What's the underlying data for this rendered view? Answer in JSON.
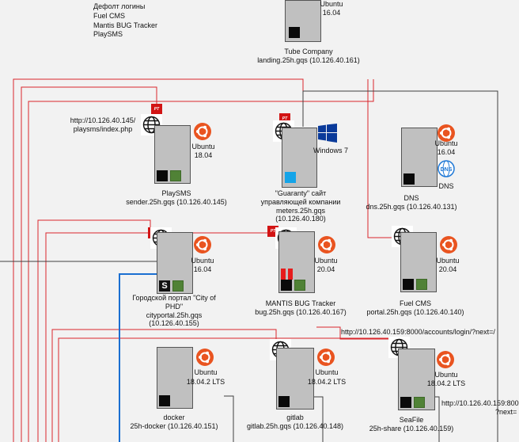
{
  "notes": {
    "lines": [
      "Дефолт логины",
      "Fuel CMS",
      "Mantis BUG Tracker",
      "PlaySMS"
    ]
  },
  "nodes": [
    {
      "id": "tube",
      "name": "Tube Company",
      "host": "landing.25h.gqs (10.126.40.161)",
      "os": "Ubuntu",
      "os_version": "16.04",
      "icon": "ubuntu-icon",
      "badges": [
        "terminal"
      ]
    },
    {
      "id": "playsms",
      "name": "PlaySMS",
      "host": "sender.25h.gqs (10.126.40.145)",
      "os": "Ubuntu",
      "os_version": "18.04",
      "icon": "ubuntu-icon",
      "web": true,
      "pt": true,
      "url_lines": [
        "http://10.126.40.145/",
        "playsms/index.php"
      ],
      "badges": [
        "terminal",
        "php"
      ]
    },
    {
      "id": "guaranty",
      "name_lines": [
        "\"Guaranty\" сайт",
        "управляющей компании",
        "meters.25h.gqs",
        "(10.126.40.180)"
      ],
      "os": "Windows 7",
      "icon": "windows-icon",
      "web": true,
      "pt": true,
      "badges": [
        "iis"
      ]
    },
    {
      "id": "dns",
      "name": "DNS",
      "host": "dns.25h.gqs (10.126.40.131)",
      "os": "Ubuntu",
      "os_version": "16.04",
      "icon": "ubuntu-icon",
      "service": "DNS",
      "badges": [
        "terminal"
      ]
    },
    {
      "id": "cityportal",
      "name_lines": [
        "Городской портал \"City of",
        "PHD\"",
        "cityportal.25h.gqs",
        "(10.126.40.155)"
      ],
      "os": "Ubuntu",
      "os_version": "16.04",
      "icon": "ubuntu-icon",
      "web": true,
      "pt": true,
      "badges": [
        "script",
        "php"
      ]
    },
    {
      "id": "mantis",
      "name": "MANTIS BUG Tracker",
      "host": "bug.25h.gqs (10.126.40.167)",
      "os": "Ubuntu",
      "os_version": "20.04",
      "icon": "ubuntu-icon",
      "web": true,
      "pt": true,
      "badges": [
        "red-bars",
        "terminal",
        "php"
      ]
    },
    {
      "id": "fuel",
      "name": "Fuel CMS",
      "host": "portal.25h.gqs (10.126.40.140)",
      "os": "Ubuntu",
      "os_version": "20.04",
      "icon": "ubuntu-icon",
      "web": true,
      "pt": true,
      "badges": [
        "terminal",
        "php"
      ]
    },
    {
      "id": "docker",
      "name": "docker",
      "host": "25h-docker (10.126.40.151)",
      "os": "Ubuntu",
      "os_version": "18.04.2 LTS",
      "icon": "ubuntu-icon",
      "badges": [
        "terminal"
      ]
    },
    {
      "id": "gitlab",
      "name": "gitlab",
      "host": "gitlab.25h.gqs (10.126.40.148)",
      "os": "Ubuntu",
      "os_version": "18.04.2 LTS",
      "icon": "ubuntu-icon",
      "web": true,
      "pt": true,
      "badges": [
        "terminal"
      ]
    },
    {
      "id": "seafile",
      "name": "SeaFile",
      "host": "25h-share (10.126.40.159)",
      "os": "Ubuntu",
      "os_version": "18.04.2 LTS",
      "icon": "ubuntu-icon",
      "web": true,
      "pt": true,
      "badges": [
        "terminal",
        "php"
      ]
    }
  ],
  "urls": {
    "seafile_login": "http://10.126.40.159:8000/accounts/login/?next=/",
    "seafile_login_cut_1": "http://10.126.40.159:800",
    "seafile_login_cut_2": "?next="
  },
  "labels": {
    "pt": "PT"
  },
  "colors": {
    "background": "#f2f2f2",
    "server": "#c0c0c0",
    "attack_link": "#d9262c",
    "net_link": "#404040",
    "highlight_link": "#1a6fd1",
    "ubuntu": "#e95420",
    "windows": "#0a3a9a",
    "pt_badge": "#d21414"
  }
}
